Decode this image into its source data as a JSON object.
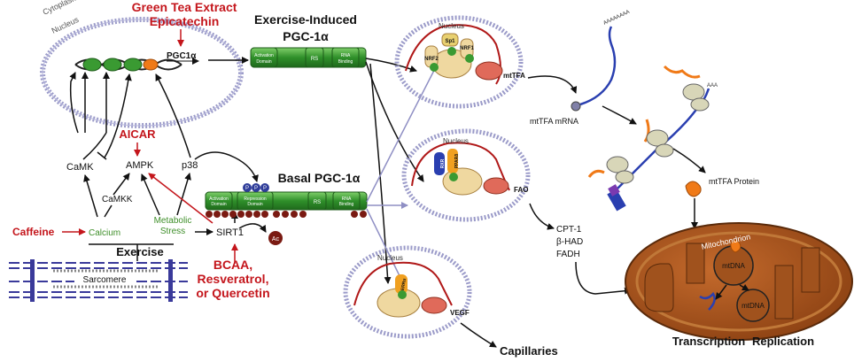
{
  "labels": {
    "green_tea_line1": "Green Tea Extract",
    "green_tea_line2": "Epicatechin",
    "cytoplasm": "Cytoplasm",
    "nucleus_main": "Nucleus",
    "pgc1a_gene": "PGC1α",
    "exercise_induced_line1": "Exercise-Induced",
    "exercise_induced_line2": "PGC-1α",
    "activation_domain_line1": "Activation",
    "activation_domain_line2": "Domain",
    "rs": "RS",
    "rna_binding_line1": "RNA",
    "rna_binding_line2": "Binding",
    "aicar": "AICAR",
    "camk": "CaMK",
    "ampk": "AMPK",
    "p38": "p38",
    "camkk": "CaMKK",
    "basal_pgc1a": "Basal PGC-1α",
    "repression_domain_line1": "Repression",
    "repression_domain_line2": "Domain",
    "caffeine": "Caffeine",
    "calcium": "Calcium",
    "metabolic_stress_line1": "Metabolic",
    "metabolic_stress_line2": "Stress",
    "sirt1": "SIRT1",
    "p": "P",
    "ac": "Ac",
    "exercise": "Exercise",
    "sarcomere": "Sarcomere",
    "bcaa_line1": "BCAA,",
    "bcaa_line2": "Resveratrol,",
    "bcaa_line3": "or Quercetin",
    "nucleus_1": "Nucleus",
    "nrf2": "NRF2",
    "sp1": "Sp1",
    "nrf1": "NRF1",
    "mttfa": "mtTFA",
    "nucleus_2": "Nucleus",
    "rxr": "RXR",
    "ppar": "PPARδ",
    "fao": "FAO",
    "cpt1": "CPT-1",
    "bhad": "β-HAD",
    "fadh": "FADH",
    "nucleus_3": "Nucleus",
    "err": "ERRα",
    "vegf": "VEGF",
    "capillaries": "Capillaries",
    "polya": "AAAAAAAA",
    "aaa": "AAA",
    "mttfa_mrna": "mtTFA mRNA",
    "mttfa_protein": "mtTFA Protein",
    "mitochondrion": "Mitochondrion",
    "mtdna_1": "mtDNA",
    "mtdna_2": "mtDNA",
    "transcription": "Transcription",
    "replication": "Replication"
  },
  "colors": {
    "red_label": "#c4161c",
    "green_label": "#3f8f2a",
    "protein_green": "#3a9a32",
    "membrane": "#9b9bc9",
    "dna_red": "#b01818",
    "mito_fill": "#a0521d",
    "ac_fill": "#7a1a12",
    "p_fill": "#2f3d99",
    "rna_blue": "#2a3fb0",
    "ribosome": "#d8d6b8",
    "orange_peptide": "#f07a18"
  },
  "icons": [
    "ac-icon",
    "p-icon",
    "ribosome-icon",
    "dna-helix-icon",
    "sarcomere-icon"
  ]
}
